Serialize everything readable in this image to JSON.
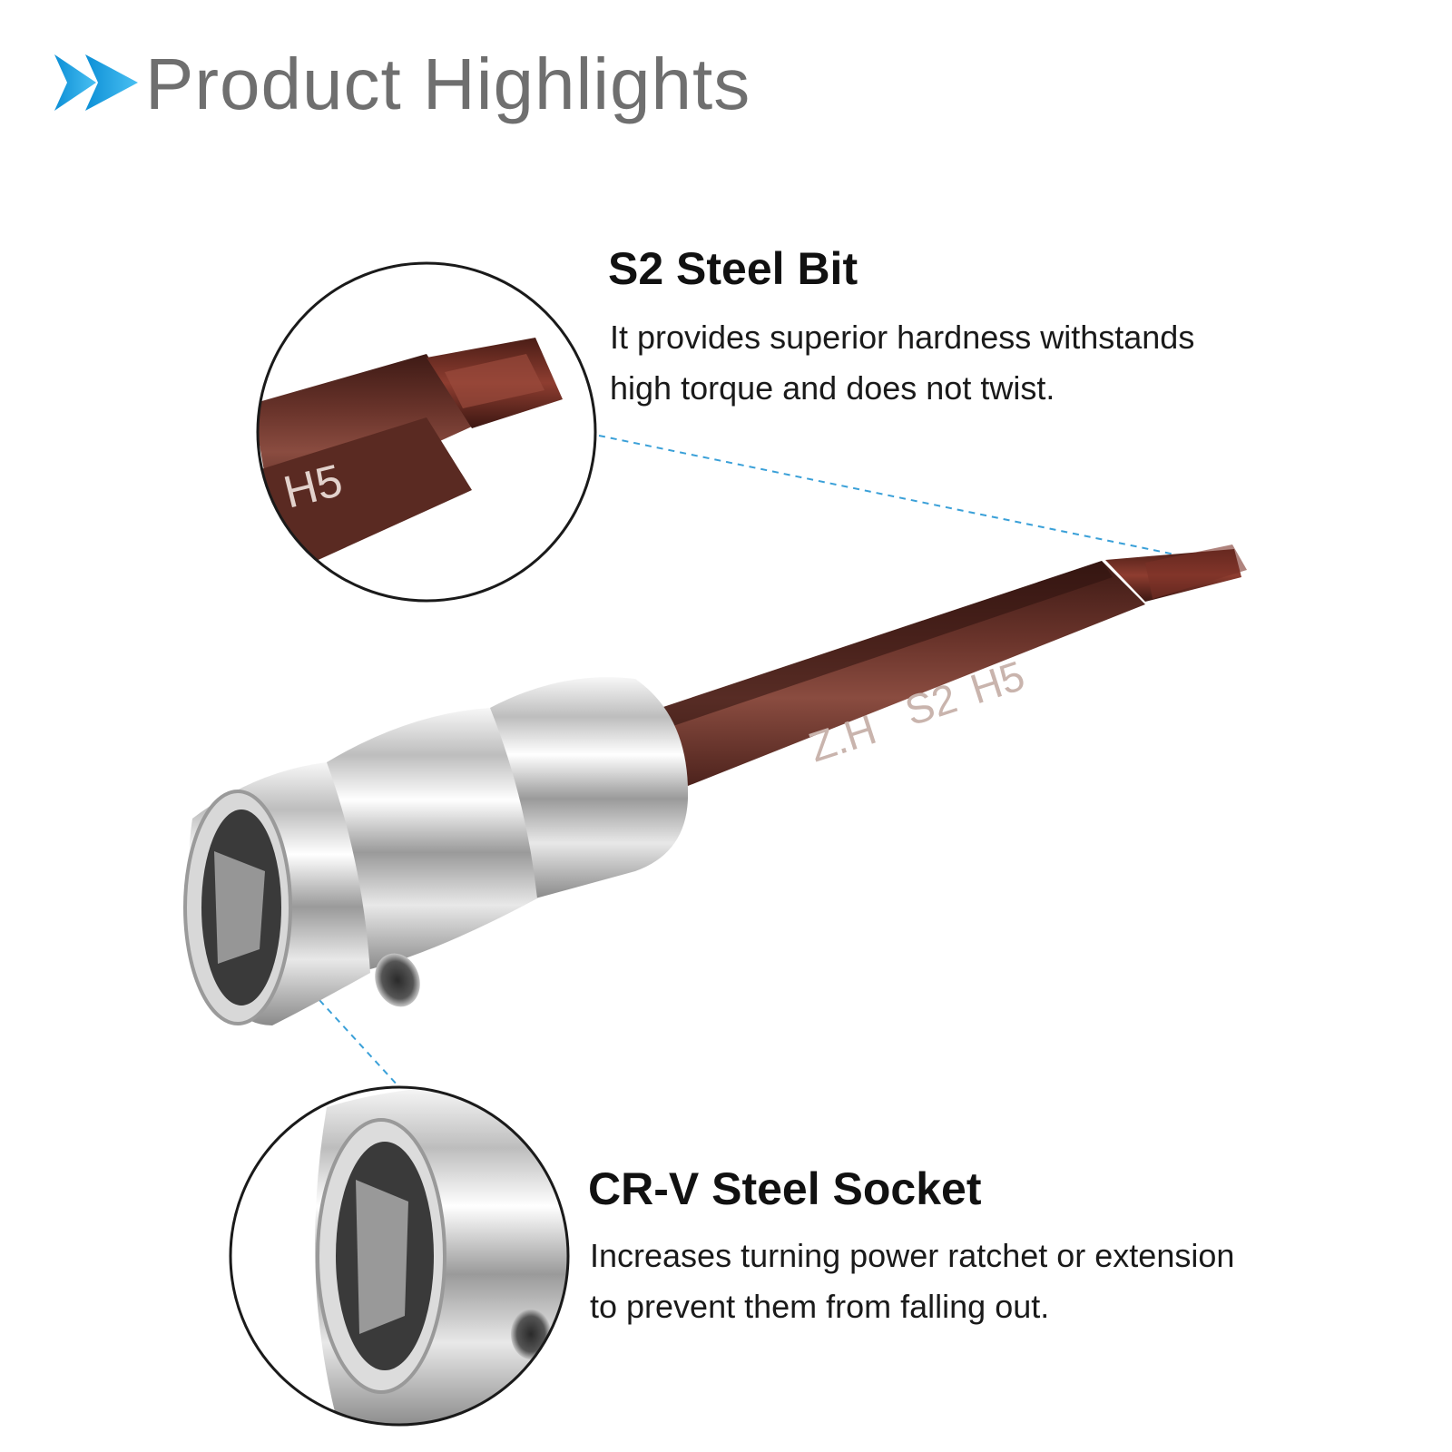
{
  "header": {
    "title": "Product Highlights",
    "icon": "double-chevron-right-icon",
    "accent_color": "#1aa3e8"
  },
  "features": [
    {
      "title": "S2 Steel Bit",
      "lines": [
        "It provides superior hardness withstands",
        "high torque and does not twist."
      ]
    },
    {
      "title": "CR-V Steel Socket",
      "lines": [
        "Increases turning power  ratchet or extension",
        "to prevent them from falling out."
      ]
    }
  ],
  "product": {
    "bit_marking_zoom": "H5",
    "shaft_markings": [
      "Z.H",
      "S2",
      "H5"
    ],
    "bit_color": "#5a2a22",
    "socket_color": "#d9d9d9",
    "callout_line_color": "#3aa0d8"
  }
}
